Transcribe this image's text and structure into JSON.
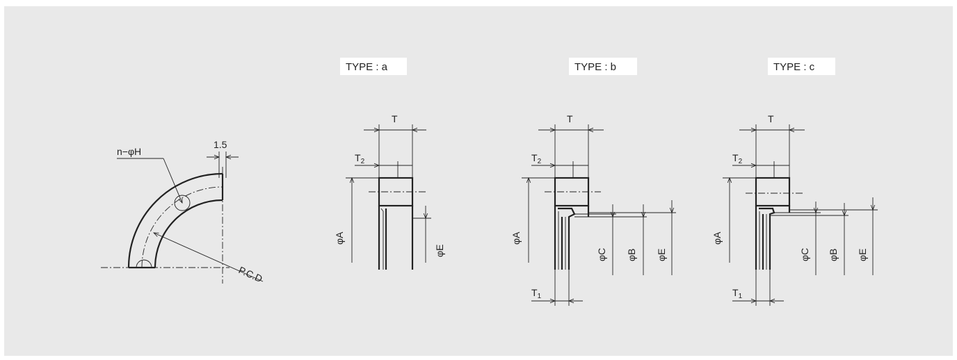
{
  "flange": {
    "hole_label": "n−φH",
    "hole_margin": "1.5",
    "pcd_label": "P.C.D"
  },
  "types": [
    {
      "title": "TYPE : a",
      "dims": {
        "T": "T",
        "T2": "T",
        "T2_sub": "2",
        "A": "φA",
        "E": "φE"
      }
    },
    {
      "title": "TYPE : b",
      "dims": {
        "T": "T",
        "T2": "T",
        "T2_sub": "2",
        "A": "φA",
        "C": "φC",
        "B": "φB",
        "E": "φE",
        "T1": "T",
        "T1_sub": "1"
      }
    },
    {
      "title": "TYPE : c",
      "dims": {
        "T": "T",
        "T2": "T",
        "T2_sub": "2",
        "A": "φA",
        "C": "φC",
        "B": "φB",
        "E": "φE",
        "T1": "T",
        "T1_sub": "1"
      }
    }
  ],
  "colors": {
    "background": "#e9e9e9",
    "line": "#222222",
    "label_box": "#ffffff"
  }
}
